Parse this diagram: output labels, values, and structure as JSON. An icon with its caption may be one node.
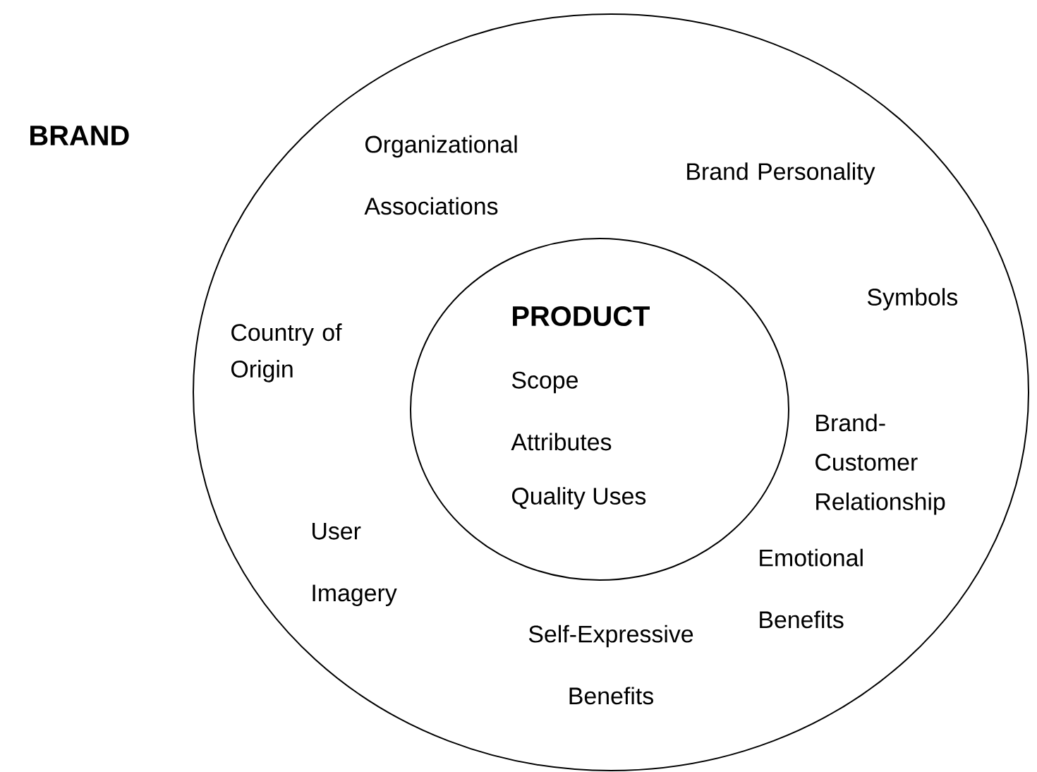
{
  "diagram": {
    "nodes": [
      {
        "text": [
          "Organizational Associations",
          "Brand Personality",
          "Symbols",
          "Country of Origin",
          "Brand-Customer Relationship",
          "User Imagery",
          "Emotional Benefits",
          "Self-Expressive Benefits"
        ]
      },
      {
        "text": [
          "PRODUCT",
          "Scope",
          "Attributes",
          "Quality Uses"
        ],
        "in": 0
      }
    ],
    "labels": [
      "BRAND"
    ]
  }
}
